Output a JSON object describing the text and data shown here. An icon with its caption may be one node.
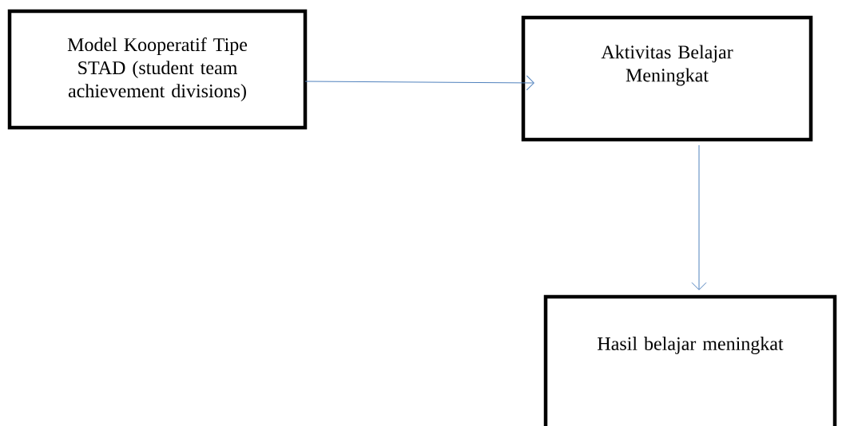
{
  "diagram": {
    "nodes": [
      {
        "text": [
          "Model Kooperatif Tipe STAD (student team achievement divisions)"
        ]
      },
      {
        "text": [
          "Aktivitas Belajar Meningkat"
        ]
      },
      {
        "text": [
          "Hasil belajar meningkat"
        ]
      }
    ],
    "edges": [
      {
        "from": 0,
        "to": 1,
        "arrow": "to"
      },
      {
        "from": 1,
        "to": 2,
        "arrow": "to"
      }
    ]
  }
}
